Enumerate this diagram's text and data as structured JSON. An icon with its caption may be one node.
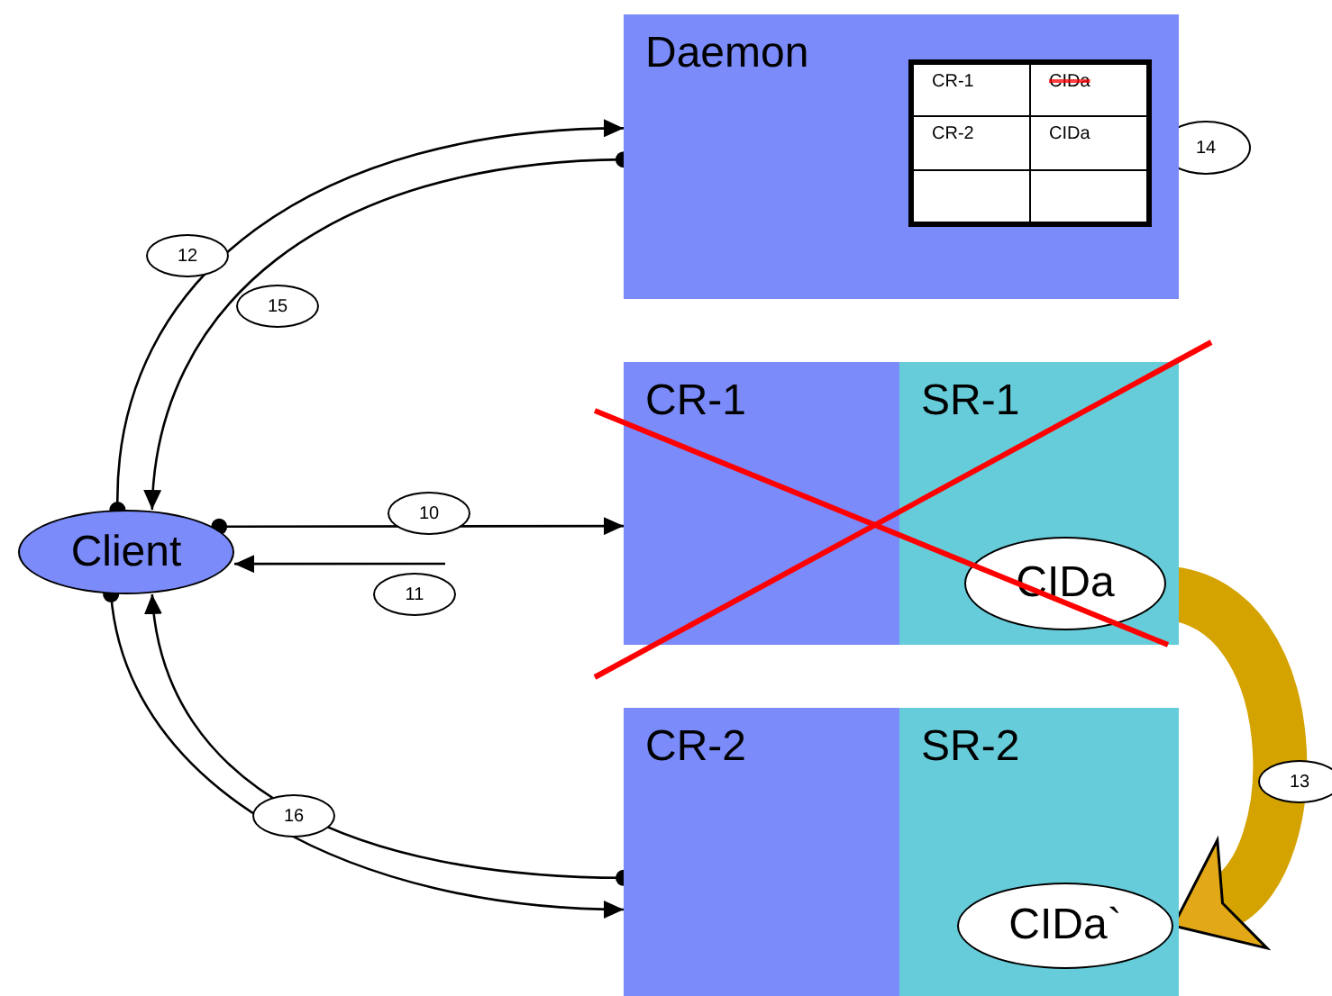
{
  "diagram": {
    "nodes": [
      {
        "text": [
          "Daemon"
        ]
      },
      {
        "text": [
          "CR-1"
        ]
      },
      {
        "text": [
          "SR-1"
        ]
      },
      {
        "text": [
          "CIDa"
        ],
        "in": 2
      },
      {
        "text": [
          "CR-2"
        ]
      },
      {
        "text": [
          "SR-2"
        ]
      },
      {
        "text": [
          "CIDa`"
        ],
        "in": 5
      },
      {
        "text": [
          "Client"
        ]
      }
    ],
    "edges": [
      {
        "from": 7,
        "to": 0,
        "arrow": "to",
        "label": "12"
      },
      {
        "from": 0,
        "to": 7,
        "arrow": "to",
        "label": "15"
      },
      {
        "from": 7,
        "to": 1,
        "arrow": "to",
        "label": "10"
      },
      {
        "from": null,
        "to": 7,
        "arrow": "to",
        "label": "11"
      },
      {
        "from": 3,
        "to": 6,
        "arrow": "to",
        "label": "13",
        "style": "thick",
        "color": "#d4a300"
      },
      {
        "from": 7,
        "to": 4,
        "arrow": "to",
        "label": "16"
      },
      {
        "from": 4,
        "to": 7,
        "arrow": "to"
      }
    ],
    "labels": [
      "CR-1",
      "CIDa",
      "CR-2",
      "CIDa",
      "14"
    ]
  }
}
